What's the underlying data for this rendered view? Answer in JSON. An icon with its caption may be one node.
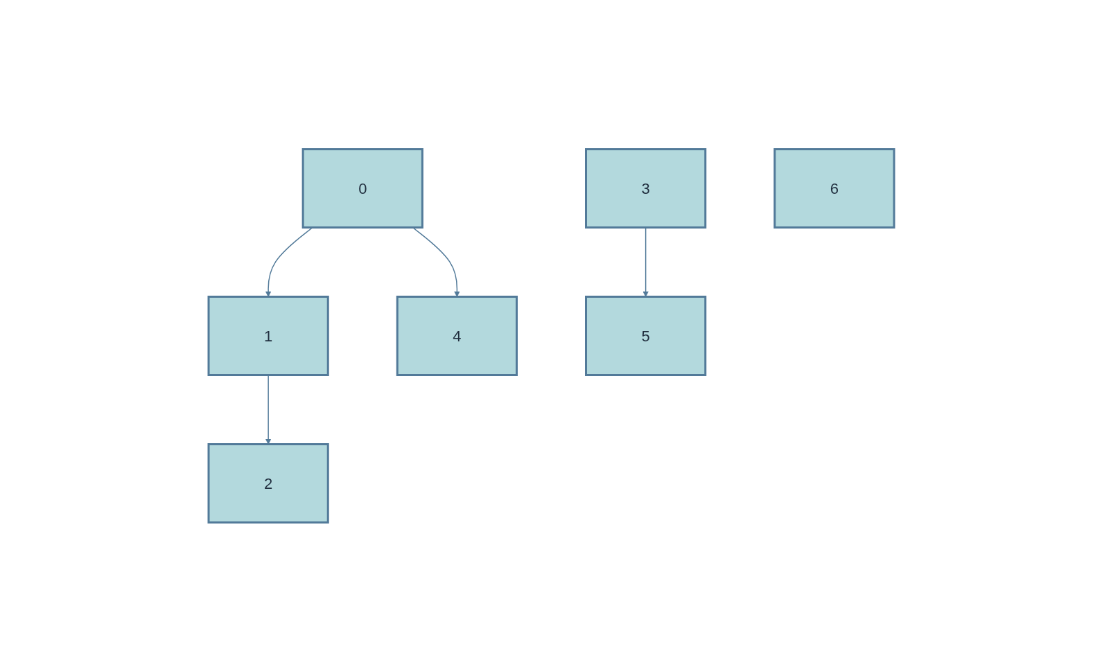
{
  "diagram": {
    "nodes": [
      {
        "text": [
          "0"
        ]
      },
      {
        "text": [
          "3"
        ]
      },
      {
        "text": [
          "6"
        ]
      },
      {
        "text": [
          "1"
        ]
      },
      {
        "text": [
          "4"
        ]
      },
      {
        "text": [
          "5"
        ]
      },
      {
        "text": [
          "2"
        ]
      }
    ],
    "edges": [
      {
        "from": 0,
        "to": 3,
        "arrow": "to"
      },
      {
        "from": 0,
        "to": 4,
        "arrow": "to"
      },
      {
        "from": 3,
        "to": 6,
        "arrow": "to"
      },
      {
        "from": 1,
        "to": 5,
        "arrow": "to"
      }
    ]
  }
}
